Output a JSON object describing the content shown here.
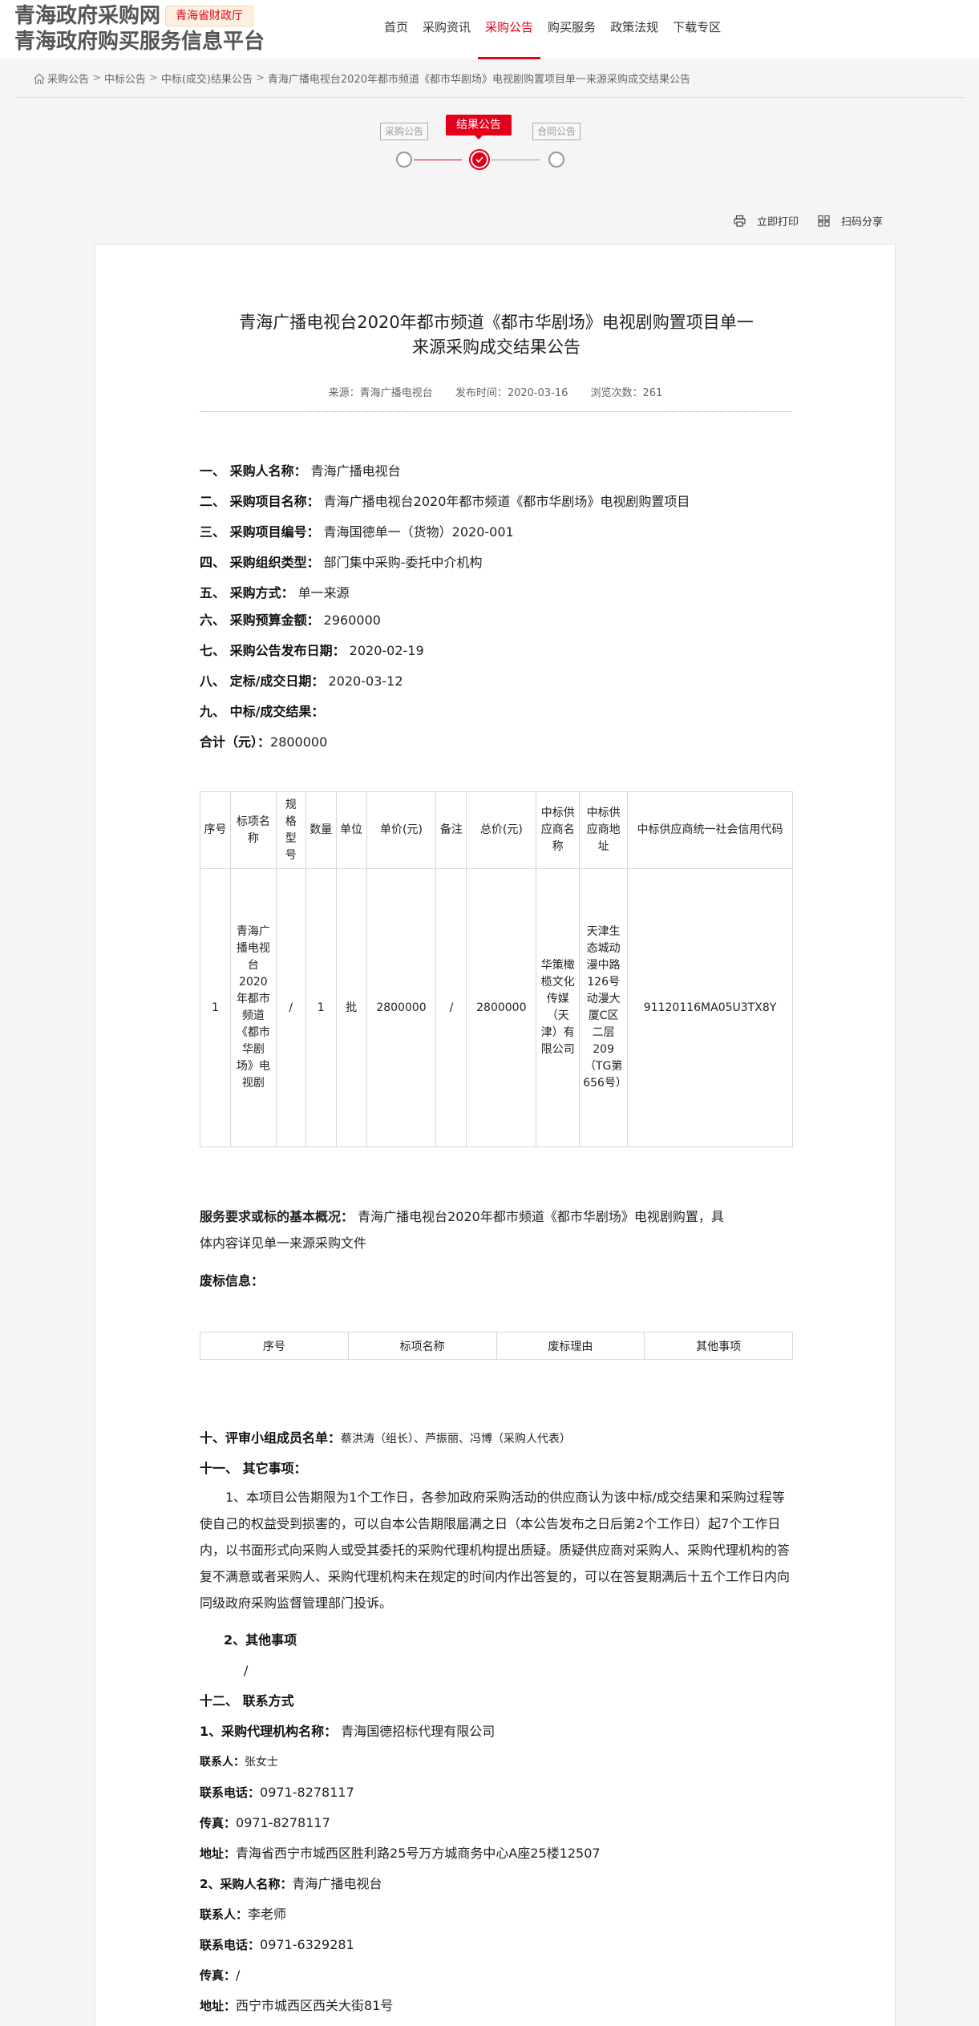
{
  "header": {
    "site_title_1": "青海政府采购网",
    "badge": "青海省财政厅",
    "site_title_2": "青海政府购买服务信息平台",
    "nav": [
      {
        "label": "首页",
        "active": false
      },
      {
        "label": "采购资讯",
        "active": false
      },
      {
        "label": "采购公告",
        "active": true
      },
      {
        "label": "购买服务",
        "active": false
      },
      {
        "label": "政策法规",
        "active": false
      },
      {
        "label": "下载专区",
        "active": false
      }
    ],
    "accent_color": "#e2001a"
  },
  "breadcrumb": {
    "items": [
      "采购公告",
      "中标公告",
      "中标(成交)结果公告",
      "青海广播电视台2020年都市频道《都市华剧场》电视剧购置项目单一来源采购成交结果公告"
    ],
    "separator": ">"
  },
  "stepper": {
    "steps": [
      {
        "label": "采购公告",
        "active": false
      },
      {
        "label": "结果公告",
        "active": true
      },
      {
        "label": "合同公告",
        "active": false
      }
    ]
  },
  "tools": {
    "print_label": "立即打印",
    "share_label": "扫码分享"
  },
  "article": {
    "title_line1": "青海广播电视台2020年都市频道《都市华剧场》电视剧购置项目单一",
    "title_line2": "来源采购成交结果公告",
    "meta": {
      "source": "来源：青海广播电视台",
      "publish_time": "发布时间：2020-03-16",
      "views": "浏览次数：261"
    },
    "fields": [
      {
        "label": "一、 采购人名称：",
        "value": "青海广播电视台"
      },
      {
        "label": "二、 采购项目名称：",
        "value": "青海广播电视台2020年都市频道《都市华剧场》电视剧购置项目"
      },
      {
        "label": "三、 采购项目编号：",
        "value": "青海国德单一（货物）2020-001"
      },
      {
        "label": "四、 采购组织类型：",
        "value": "部门集中采购-委托中介机构"
      },
      {
        "label": "五、 采购方式：",
        "value": "单一来源"
      },
      {
        "label": "六、  采购预算金额：",
        "value": "2960000"
      },
      {
        "label": "七、  采购公告发布日期：",
        "value": "2020-02-19"
      },
      {
        "label": "八、  定标/成交日期：",
        "value": "2020-03-12"
      },
      {
        "label": "九、  中标/成交结果：",
        "value": ""
      }
    ],
    "total": {
      "label": "合计（元）：",
      "value": "2800000"
    },
    "result_table": {
      "headers": [
        "序号",
        "标项名称",
        "规格型号",
        "数量",
        "单位",
        "单价(元)",
        "备注",
        "总价(元)",
        "中标供应商名称",
        "中标供应商地址",
        "中标供应商统一社会信用代码"
      ],
      "rows": [
        [
          "1",
          "青海广播电视台2020年都市频道《都市华剧场》电视剧",
          "/",
          "1",
          "批",
          "2800000",
          "/",
          "2800000",
          "华策橄榄文化传媒（天津）有限公司",
          "天津生态城动漫中路126号动漫大厦C区二层209（TG第656号）",
          "91120116MA05U3TX8Y"
        ]
      ]
    },
    "service_overview": {
      "label": "服务要求或标的基本概况：",
      "value_line1": "青海广播电视台2020年都市频道《都市华剧场》电视剧购置，具",
      "value_line2": "体内容详见单一来源采购文件"
    },
    "abandon": {
      "label": "废标信息：",
      "headers": [
        "序号",
        "标项名称",
        "废标理由",
        "其他事项"
      ]
    },
    "review_panel": {
      "label": "十、评审小组成员名单：",
      "value": "蔡洪涛（组长）、芦振丽、冯博（采购人代表）"
    },
    "other_matters": {
      "label": "十一、 其它事项：",
      "item1": "1、本项目公告期限为1个工作日，各参加政府采购活动的供应商认为该中标/成交结果和采购过程等使自己的权益受到损害的，可以自本公告期限届满之日（本公告发布之日后第2个工作日）起7个工作日内，以书面形式向采购人或受其委托的采购代理机构提出质疑。质疑供应商对采购人、采购代理机构的答复不满意或者采购人、采购代理机构未在规定的时间内作出答复的，可以在答复期满后十五个工作日内向同级政府采购监督管理部门投诉。",
      "item2_label": "2、其他事项",
      "item2_value": "/"
    },
    "contact": {
      "label": "十二、 联系方式",
      "agency": {
        "name_label": "1、采购代理机构名称：",
        "name": "青海国德招标代理有限公司",
        "person_label": "联系人：",
        "person": "张女士",
        "phone_label": "联系电话：",
        "phone": "0971-8278117",
        "fax_label": "传真：",
        "fax": "0971-8278117",
        "address_label": "地址：",
        "address": "青海省西宁市城西区胜利路25号万方城商务中心A座25楼12507"
      },
      "purchaser": {
        "name_label": "2、采购人名称：",
        "name": "青海广播电视台",
        "person_label": "联系人：",
        "person": "李老师",
        "phone_label": "联系电话：",
        "phone": "0971-6329281",
        "fax_label": "传真：",
        "fax": "/",
        "address_label": "地址：",
        "address": "西宁市城西区西关大街81号"
      }
    }
  }
}
